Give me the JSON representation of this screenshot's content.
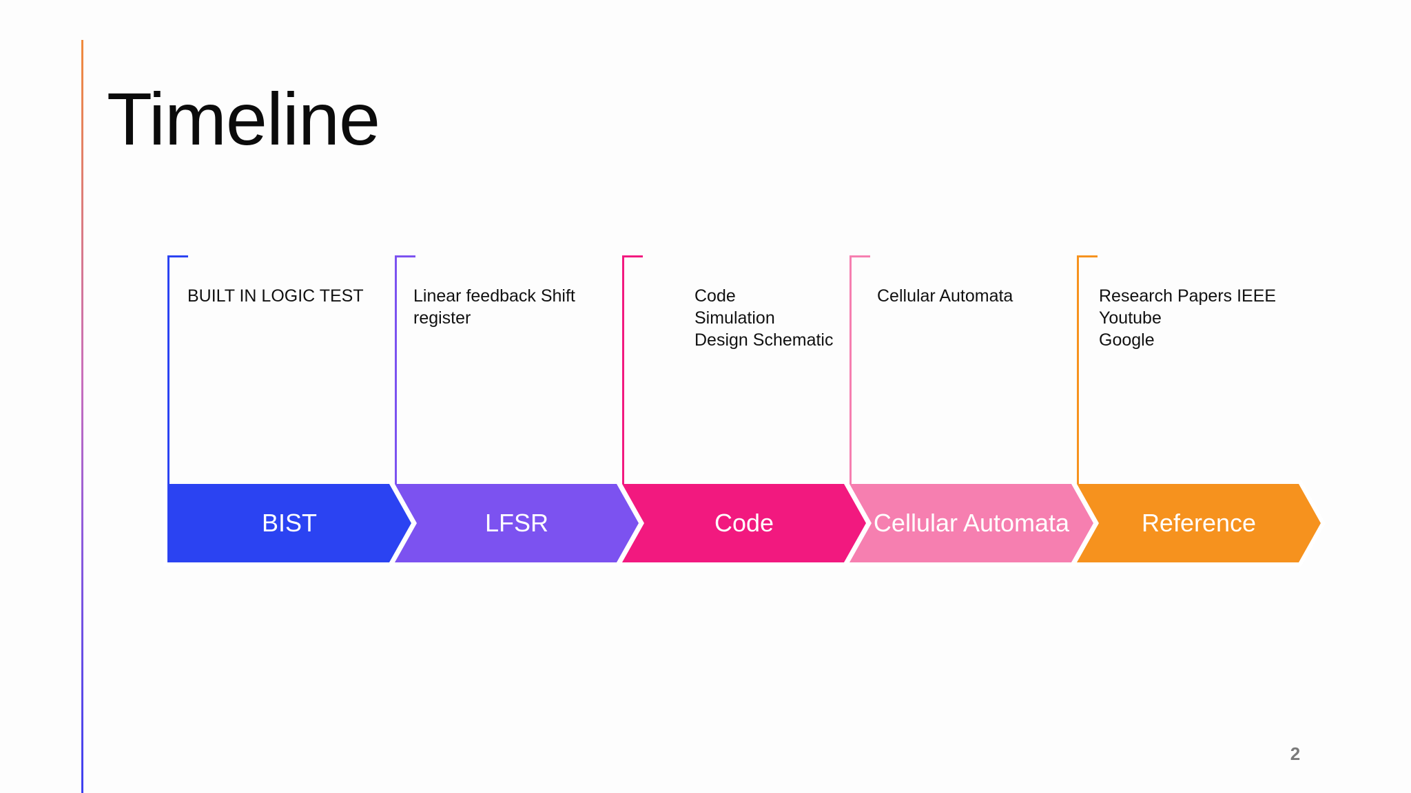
{
  "slide": {
    "title": "Timeline",
    "page_number": "2",
    "page_number_color": "#7A7A7A",
    "accent_line": {
      "top": "#F08A3C",
      "upper_mid": "#C96FBC",
      "lower_mid": "#8E5BDC",
      "bottom": "#3D3FF0"
    }
  },
  "timeline": {
    "arrow_label_color": "#FFFFFF",
    "description_text_color": "#111111",
    "items": [
      {
        "label": "BIST",
        "color": "#2B43F2",
        "description_lines": [
          "BUILT IN LOGIC TEST"
        ]
      },
      {
        "label": "LFSR",
        "color": "#7C52F0",
        "description_lines": [
          "Linear feedback Shift",
          "register"
        ]
      },
      {
        "label": "Code",
        "color": "#F2197F",
        "description_lines": [
          "Code",
          "Simulation",
          "Design Schematic"
        ]
      },
      {
        "label": "Cellular Automata",
        "color": "#F67FB0",
        "description_lines": [
          "Cellular Automata"
        ]
      },
      {
        "label": "Reference",
        "color": "#F6921E",
        "description_lines": [
          "Research Papers IEEE",
          "Youtube",
          "Google"
        ]
      }
    ]
  }
}
